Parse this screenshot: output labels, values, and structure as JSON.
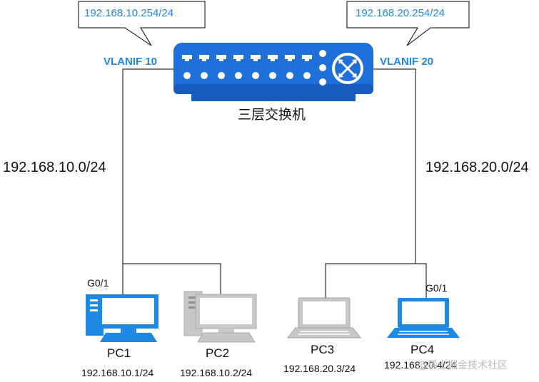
{
  "switch": {
    "name": "三层交换机",
    "vlanif_left": "VLANIF 10",
    "vlanif_right": "VLANIF 20",
    "callout_left": "192.168.10.254/24",
    "callout_right": "192.168.20.254/24"
  },
  "networks": {
    "left": "192.168.10.0/24",
    "right": "192.168.20.0/24"
  },
  "ports": {
    "pc1": "G0/1",
    "pc4": "G0/1"
  },
  "hosts": [
    {
      "name": "PC1",
      "ip": "192.168.10.1/24",
      "icon": "desktop-pc-icon",
      "color": "#1e88e5"
    },
    {
      "name": "PC2",
      "ip": "192.168.10.2/24",
      "icon": "desktop-pc-icon",
      "color": "#c8c8c8"
    },
    {
      "name": "PC3",
      "ip": "192.168.20.3/24",
      "icon": "laptop-icon",
      "color": "#c8c8c8"
    },
    {
      "name": "PC4",
      "ip": "192.168.20.4/24",
      "icon": "laptop-icon",
      "color": "#1e88e5"
    }
  ],
  "watermark": "@稀土掘金技术社区",
  "colors": {
    "accent": "#1e88e5",
    "switch_body": "#1e6fd9",
    "switch_dark": "#0d3f8f",
    "gray_device": "#c8c8c8",
    "line": "#000000"
  }
}
